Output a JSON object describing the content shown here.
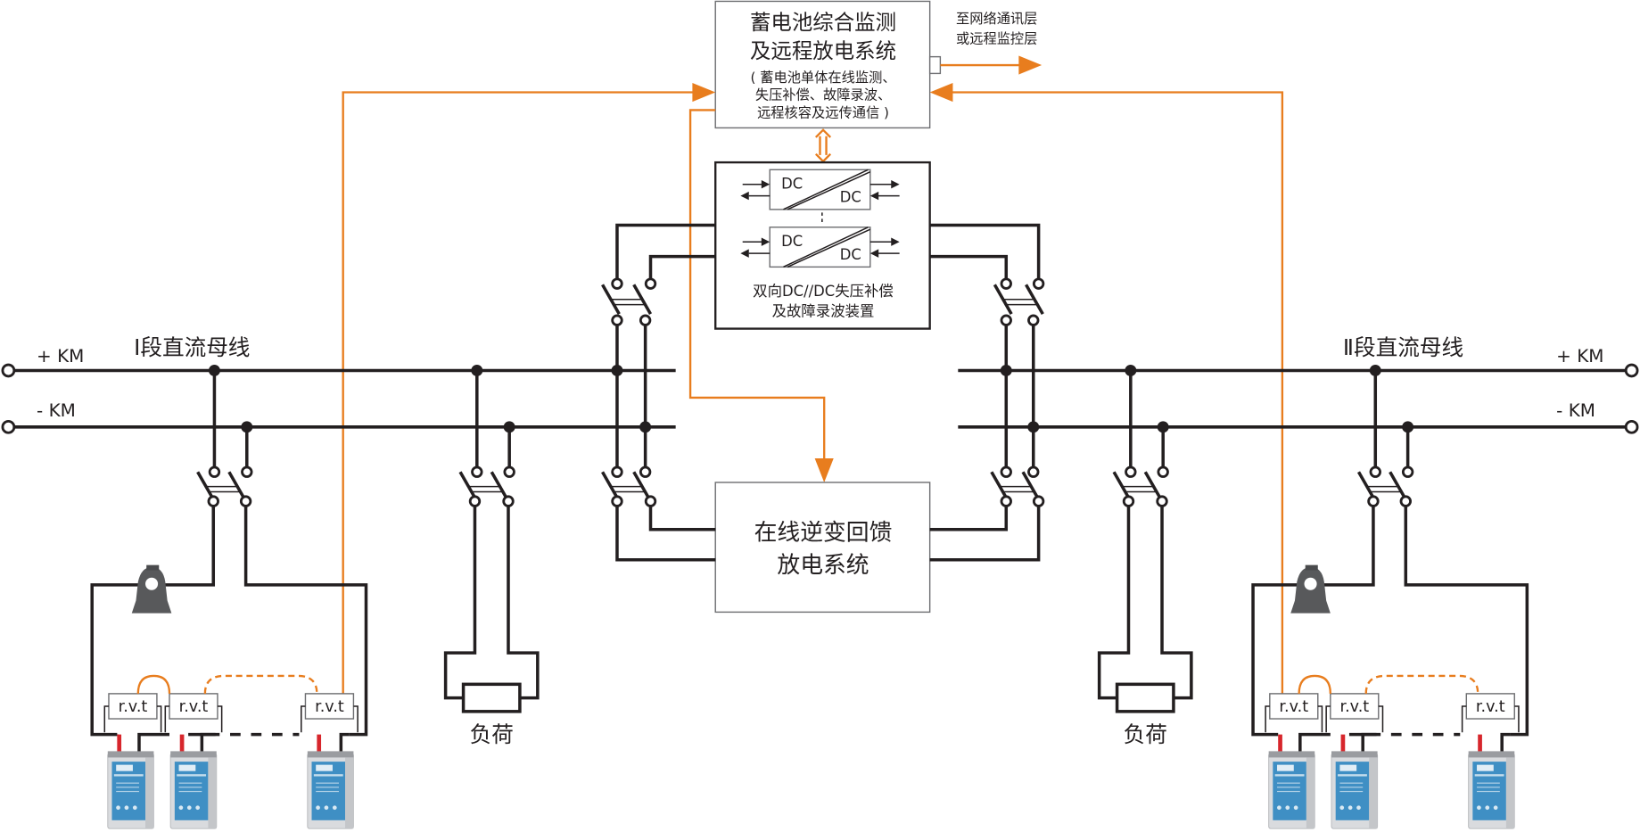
{
  "monitor_system": {
    "title_line1": "蓄电池综合监测",
    "title_line2": "及远程放电系统",
    "desc_line1": "( 蓄电池单体在线监测、",
    "desc_line2": "失压补偿、故障录波、",
    "desc_line3": "远程核容及远传通信 )"
  },
  "network_note": {
    "line1": "至网络通讯层",
    "line2": "或远程监控层"
  },
  "dcdc_device": {
    "converter_in": "DC",
    "converter_out": "DC",
    "label_line1": "双向DC//DC失压补偿",
    "label_line2": "及故障录波装置"
  },
  "inverter_system": {
    "line1": "在线逆变回馈",
    "line2": "放电系统"
  },
  "bus_left": {
    "name": "Ⅰ段直流母线",
    "positive": "+ KM",
    "negative": "- KM"
  },
  "bus_right": {
    "name": "Ⅱ段直流母线",
    "positive": "+ KM",
    "negative": "- KM"
  },
  "loads": {
    "left": "负荷",
    "right": "负荷"
  },
  "cell_monitor_label": "r.v.t",
  "colors": {
    "signal": "#e87d1e",
    "wire": "#231f20",
    "battery_label": "#3f8fc4",
    "positive_terminal": "#d7262c"
  }
}
